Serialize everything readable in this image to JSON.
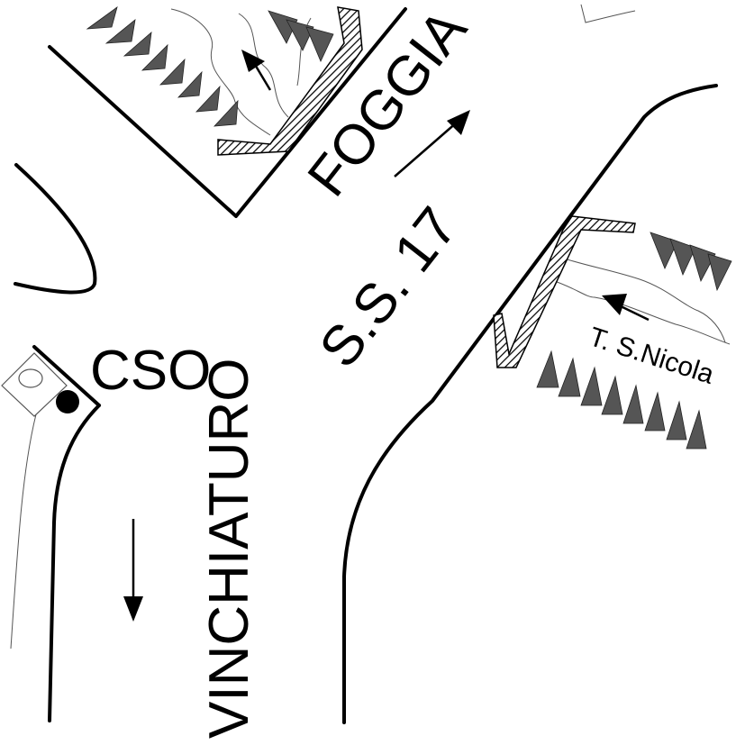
{
  "map": {
    "labels": {
      "foggia": "FOGGIA",
      "ss17": "S.S. 17",
      "cso": "CSO",
      "vinchiaturo": "VINCHIATURO",
      "ts_nicola": "T. S.Nicola"
    }
  }
}
